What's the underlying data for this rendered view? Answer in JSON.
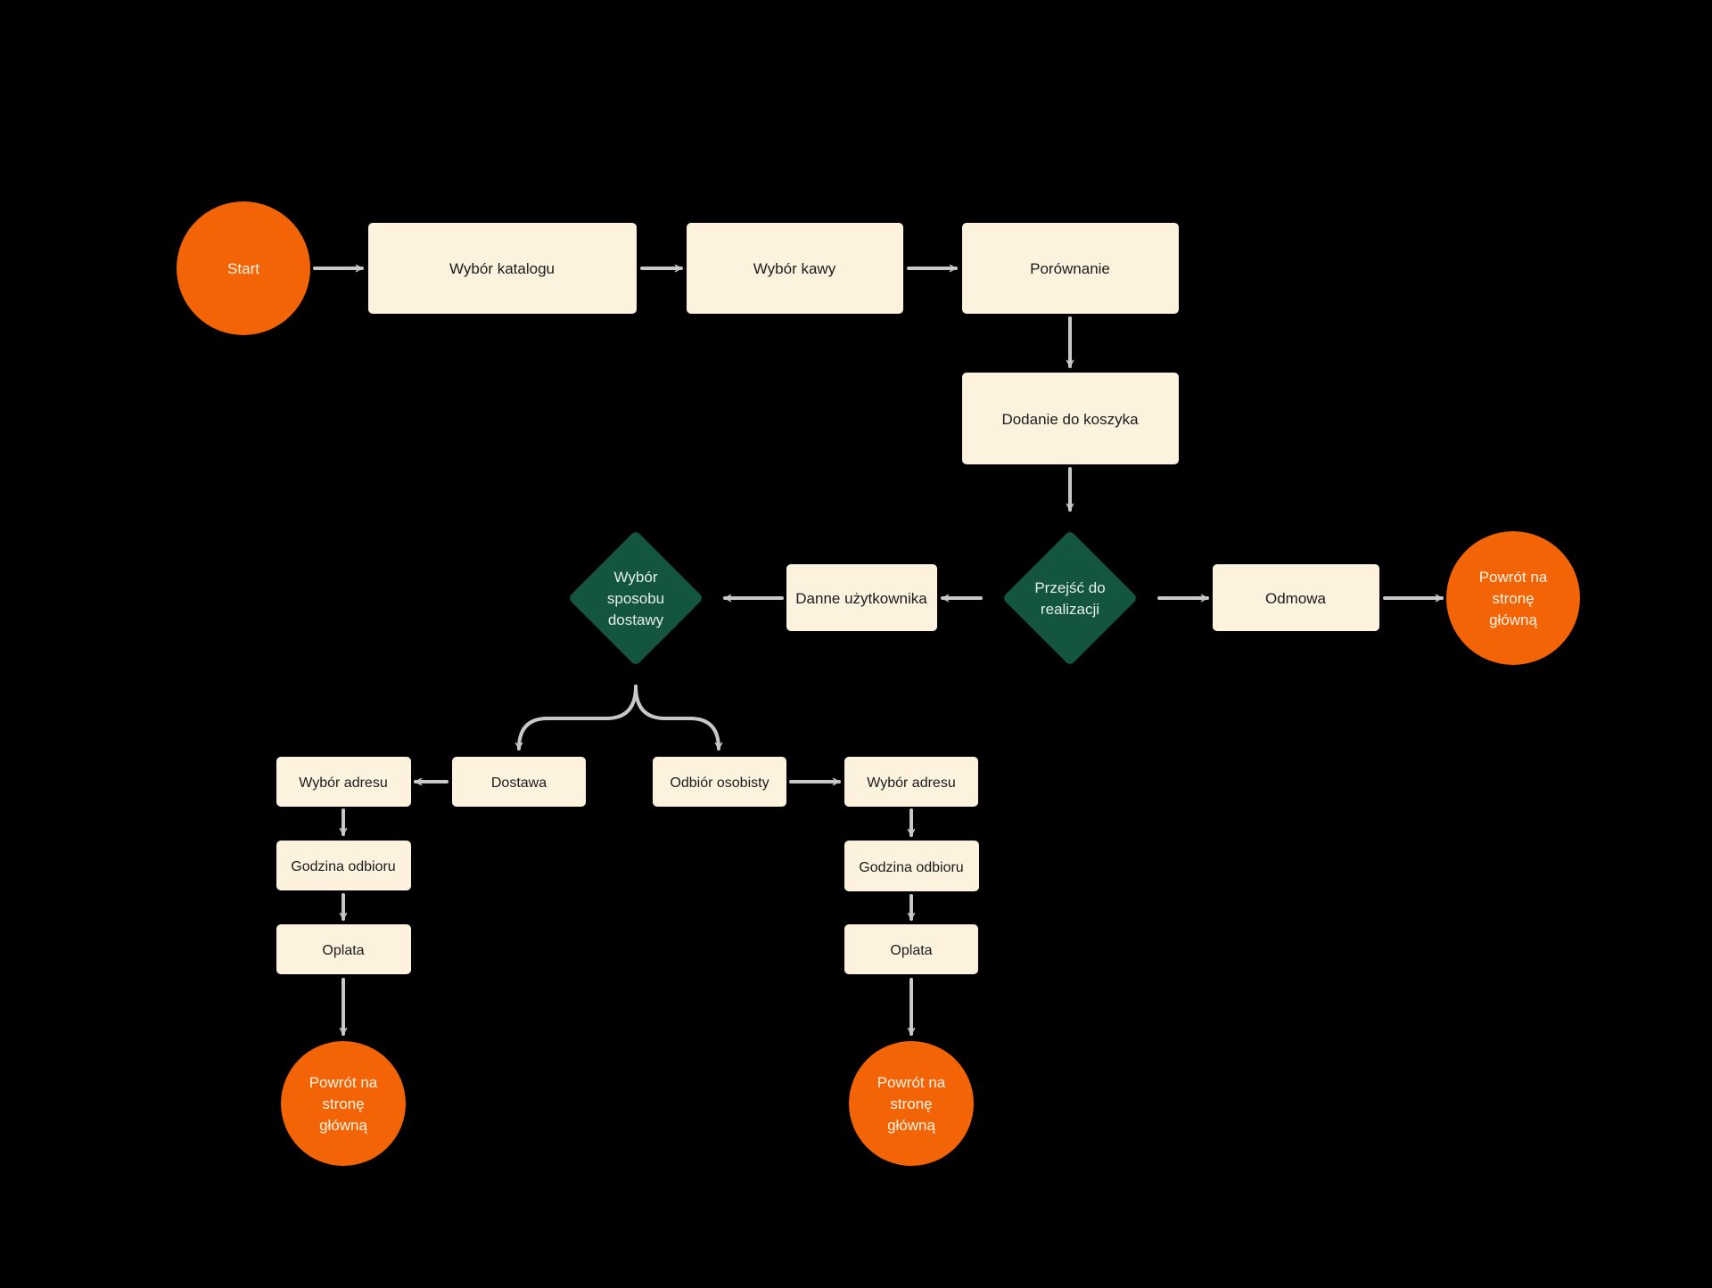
{
  "colors": {
    "background": "#000000",
    "box_fill": "#fdf2de",
    "terminal_fill": "#f26405",
    "decision_fill": "#13553f",
    "arrow": "#c8c8c8"
  },
  "nodes": {
    "start": "Start",
    "wybor_katalogu": "Wybór katalogu",
    "wybor_kawy": "Wybór kawy",
    "porownanie": "Porównanie",
    "dodanie_do_koszyka": "Dodanie do koszyka",
    "przejsc_do_realizacji": [
      "Przejść do",
      "realizacji"
    ],
    "odmowa": "Odmowa",
    "powrot_prawy": [
      "Powrót na",
      "stronę",
      "główną"
    ],
    "danne_uzytkownika": "Danne użytkownika",
    "wybor_sposobu_dostawy": [
      "Wybór",
      "sposobu",
      "dostawy"
    ],
    "dostawa": "Dostawa",
    "odbior_osobisty": "Odbiór osobisty",
    "dostawa_wybor_adresu": "Wybór adresu",
    "dostawa_godzina_odbioru": "Godzina odbioru",
    "dostawa_oplata": "Oplata",
    "dostawa_powrot": [
      "Powrót na",
      "stronę",
      "główną"
    ],
    "odbior_wybor_adresu": "Wybór adresu",
    "odbior_godzina_odbioru": "Godzina odbioru",
    "odbior_oplata": "Oplata",
    "odbior_powrot": [
      "Powrót na",
      "stronę",
      "główną"
    ]
  }
}
